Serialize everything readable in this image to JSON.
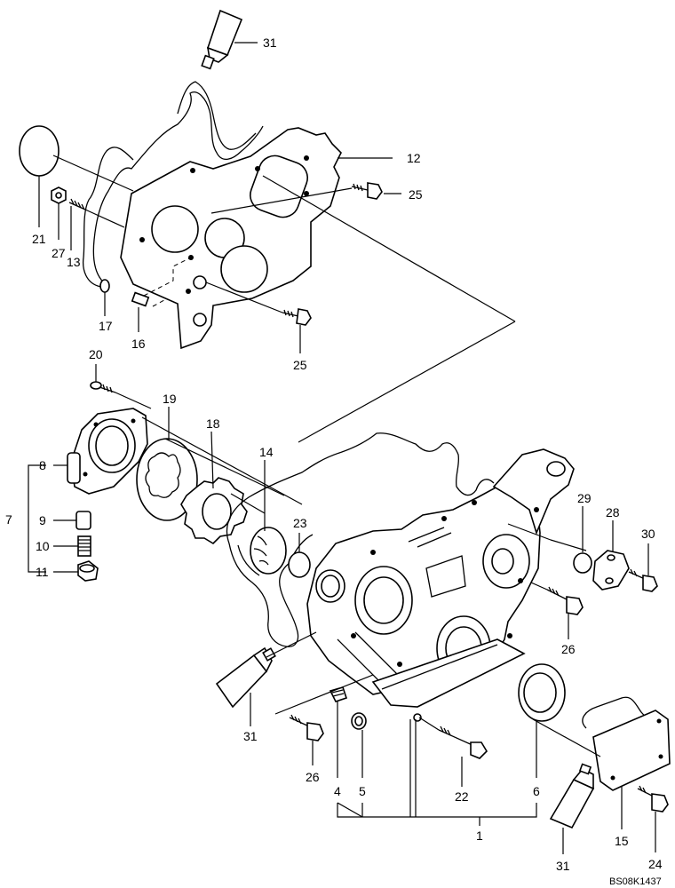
{
  "callouts": {
    "c31_top": "31",
    "c12": "12",
    "c25_top": "25",
    "c21": "21",
    "c27": "27",
    "c13": "13",
    "c17": "17",
    "c16": "16",
    "c25_mid": "25",
    "c20": "20",
    "c19": "19",
    "c18": "18",
    "c14": "14",
    "c8": "8",
    "c7": "7",
    "c9": "9",
    "c10": "10",
    "c11": "11",
    "c23": "23",
    "c29": "29",
    "c28": "28",
    "c30": "30",
    "c26_right": "26",
    "c31_mid": "31",
    "c26_low": "26",
    "c4": "4",
    "c5": "5",
    "c22": "22",
    "c6": "6",
    "c1": "1",
    "c15": "15",
    "c24": "24",
    "c31_bottom": "31"
  },
  "drawing_code": "BS08K1437"
}
